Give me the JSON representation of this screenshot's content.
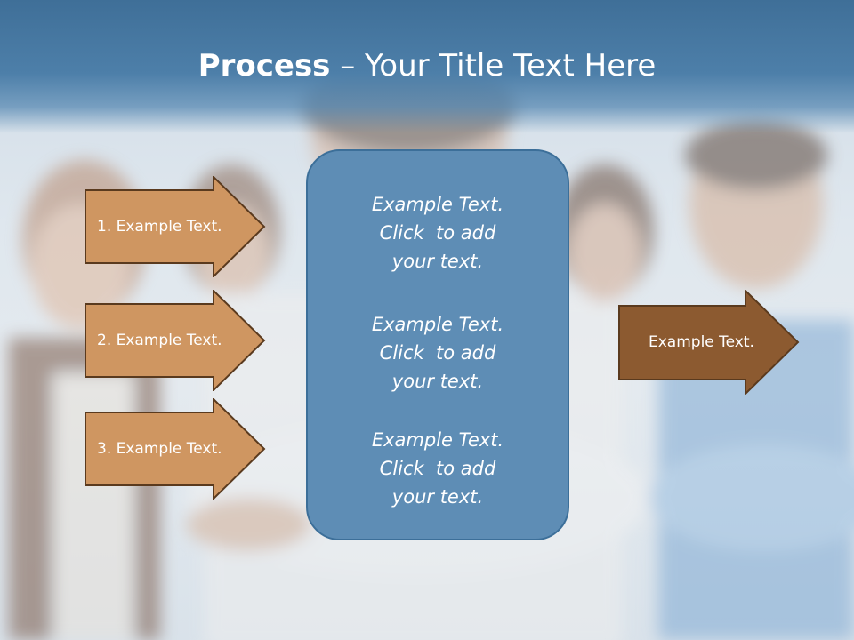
{
  "title": {
    "bold": "Process",
    "rest": " – Your Title Text Here"
  },
  "left_arrows": [
    {
      "label": "1. Example Text."
    },
    {
      "label": "2. Example Text."
    },
    {
      "label": "3. Example Text."
    }
  ],
  "center_box": {
    "paragraphs": [
      {
        "lines": [
          "Example Text.",
          "Click  to add",
          "your text."
        ]
      },
      {
        "lines": [
          "Example Text.",
          "Click  to add",
          "your text."
        ]
      },
      {
        "lines": [
          "Example Text.",
          "Click  to add",
          "your text."
        ]
      }
    ]
  },
  "right_arrow": {
    "label": "Example Text."
  },
  "colors": {
    "header": "#4d7fa9",
    "left_arrow_fill": "#cf9661",
    "arrow_border": "#5a3a1e",
    "right_arrow_fill": "#8c5a30",
    "center_box_fill": "#5e8db5"
  }
}
